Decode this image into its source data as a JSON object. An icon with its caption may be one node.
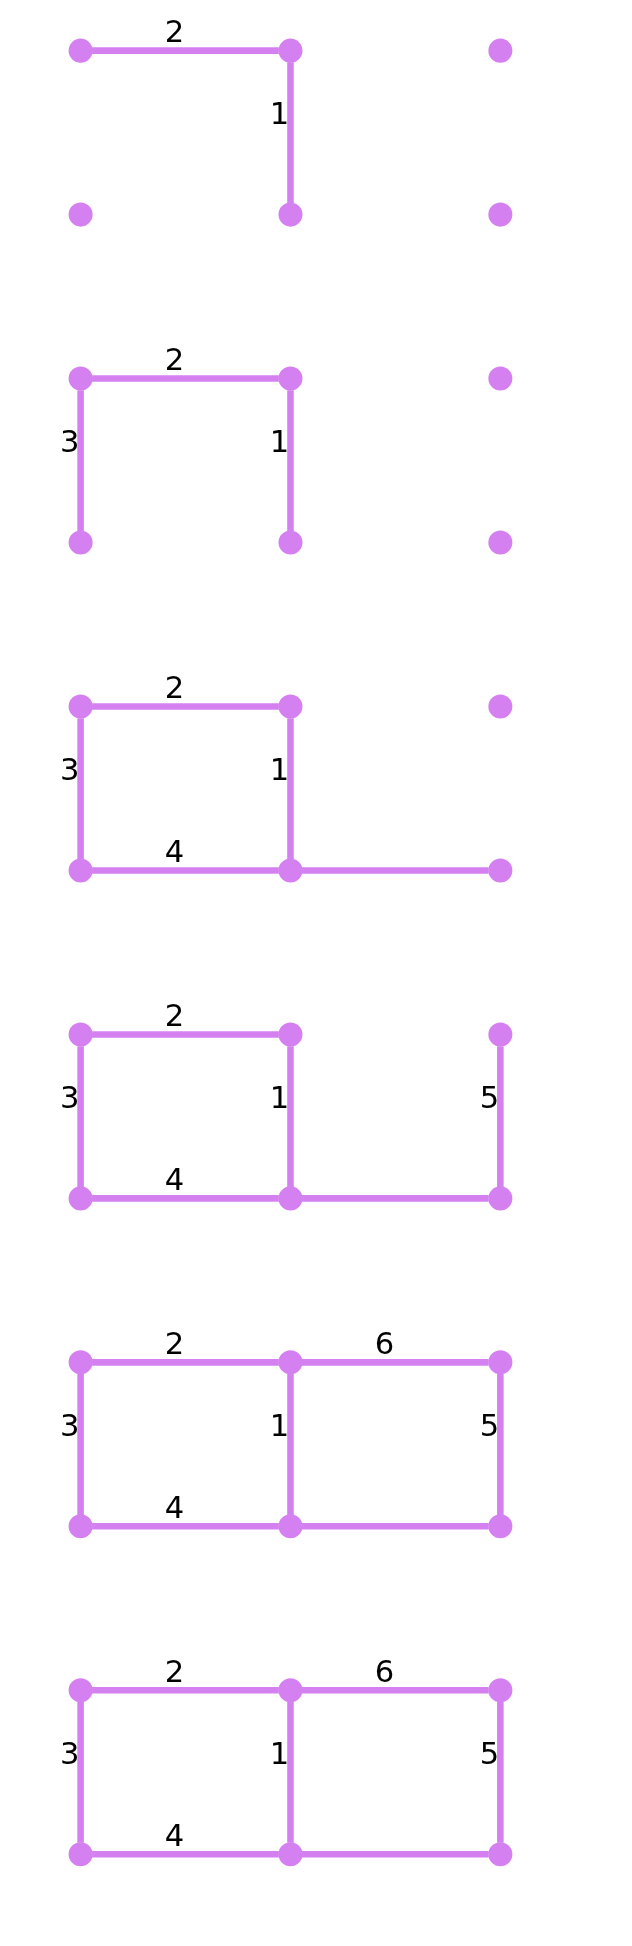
{
  "diagram": {
    "nodes": [
      {
        "text": [],
        "shape": "circle"
      },
      {
        "text": [],
        "shape": "circle"
      },
      {
        "text": [],
        "shape": "circle"
      },
      {
        "text": [],
        "shape": "circle"
      },
      {
        "text": [],
        "shape": "circle"
      },
      {
        "text": [],
        "shape": "circle"
      },
      {
        "text": [],
        "shape": "circle"
      },
      {
        "text": [],
        "shape": "circle"
      },
      {
        "text": [],
        "shape": "circle"
      },
      {
        "text": [],
        "shape": "circle"
      },
      {
        "text": [],
        "shape": "circle"
      },
      {
        "text": [],
        "shape": "circle"
      },
      {
        "text": [],
        "shape": "circle"
      },
      {
        "text": [],
        "shape": "circle"
      },
      {
        "text": [],
        "shape": "circle"
      },
      {
        "text": [],
        "shape": "circle"
      },
      {
        "text": [],
        "shape": "circle"
      },
      {
        "text": [],
        "shape": "circle"
      },
      {
        "text": [],
        "shape": "circle"
      },
      {
        "text": [],
        "shape": "circle"
      },
      {
        "text": [],
        "shape": "circle"
      },
      {
        "text": [],
        "shape": "circle"
      },
      {
        "text": [],
        "shape": "circle"
      },
      {
        "text": [],
        "shape": "circle"
      },
      {
        "text": [],
        "shape": "circle"
      },
      {
        "text": [],
        "shape": "circle"
      },
      {
        "text": [],
        "shape": "circle"
      },
      {
        "text": [],
        "shape": "circle"
      },
      {
        "text": [],
        "shape": "circle"
      },
      {
        "text": [],
        "shape": "circle"
      },
      {
        "text": [],
        "shape": "circle"
      },
      {
        "text": [],
        "shape": "circle"
      },
      {
        "text": [],
        "shape": "circle"
      },
      {
        "text": [],
        "shape": "circle"
      },
      {
        "text": [],
        "shape": "circle"
      },
      {
        "text": [],
        "shape": "circle"
      }
    ],
    "edges": [
      {
        "from": 0,
        "to": 1,
        "arrow": "none",
        "label": "2"
      },
      {
        "from": 1,
        "to": 4,
        "arrow": "none",
        "label": "1"
      },
      {
        "from": 6,
        "to": 7,
        "arrow": "none",
        "label": "2"
      },
      {
        "from": 7,
        "to": 10,
        "arrow": "none",
        "label": "1"
      },
      {
        "from": 6,
        "to": 9,
        "arrow": "none",
        "label": "3"
      },
      {
        "from": 12,
        "to": 13,
        "arrow": "none",
        "label": "2"
      },
      {
        "from": 13,
        "to": 16,
        "arrow": "none",
        "label": "1"
      },
      {
        "from": 12,
        "to": 15,
        "arrow": "none",
        "label": "3"
      },
      {
        "from": 15,
        "to": 16,
        "arrow": "none",
        "label": "4"
      },
      {
        "from": 16,
        "to": 17,
        "arrow": "none"
      },
      {
        "from": 18,
        "to": 19,
        "arrow": "none",
        "label": "2"
      },
      {
        "from": 19,
        "to": 22,
        "arrow": "none",
        "label": "1"
      },
      {
        "from": 18,
        "to": 21,
        "arrow": "none",
        "label": "3"
      },
      {
        "from": 21,
        "to": 22,
        "arrow": "none",
        "label": "4"
      },
      {
        "from": 22,
        "to": 23,
        "arrow": "none"
      },
      {
        "from": 20,
        "to": 23,
        "arrow": "none",
        "label": "5"
      },
      {
        "from": 24,
        "to": 25,
        "arrow": "none",
        "label": "2"
      },
      {
        "from": 25,
        "to": 28,
        "arrow": "none",
        "label": "1"
      },
      {
        "from": 24,
        "to": 27,
        "arrow": "none",
        "label": "3"
      },
      {
        "from": 27,
        "to": 28,
        "arrow": "none",
        "label": "4"
      },
      {
        "from": 28,
        "to": 29,
        "arrow": "none"
      },
      {
        "from": 26,
        "to": 29,
        "arrow": "none",
        "label": "5"
      },
      {
        "from": 25,
        "to": 26,
        "arrow": "none",
        "label": "6"
      },
      {
        "from": 30,
        "to": 31,
        "arrow": "none",
        "label": "2"
      },
      {
        "from": 31,
        "to": 34,
        "arrow": "none",
        "label": "1"
      },
      {
        "from": 30,
        "to": 33,
        "arrow": "none",
        "label": "3"
      },
      {
        "from": 33,
        "to": 34,
        "arrow": "none",
        "label": "4"
      },
      {
        "from": 34,
        "to": 35,
        "arrow": "none"
      },
      {
        "from": 32,
        "to": 35,
        "arrow": "none",
        "label": "5"
      },
      {
        "from": 31,
        "to": 32,
        "arrow": "none",
        "label": "6"
      }
    ]
  }
}
